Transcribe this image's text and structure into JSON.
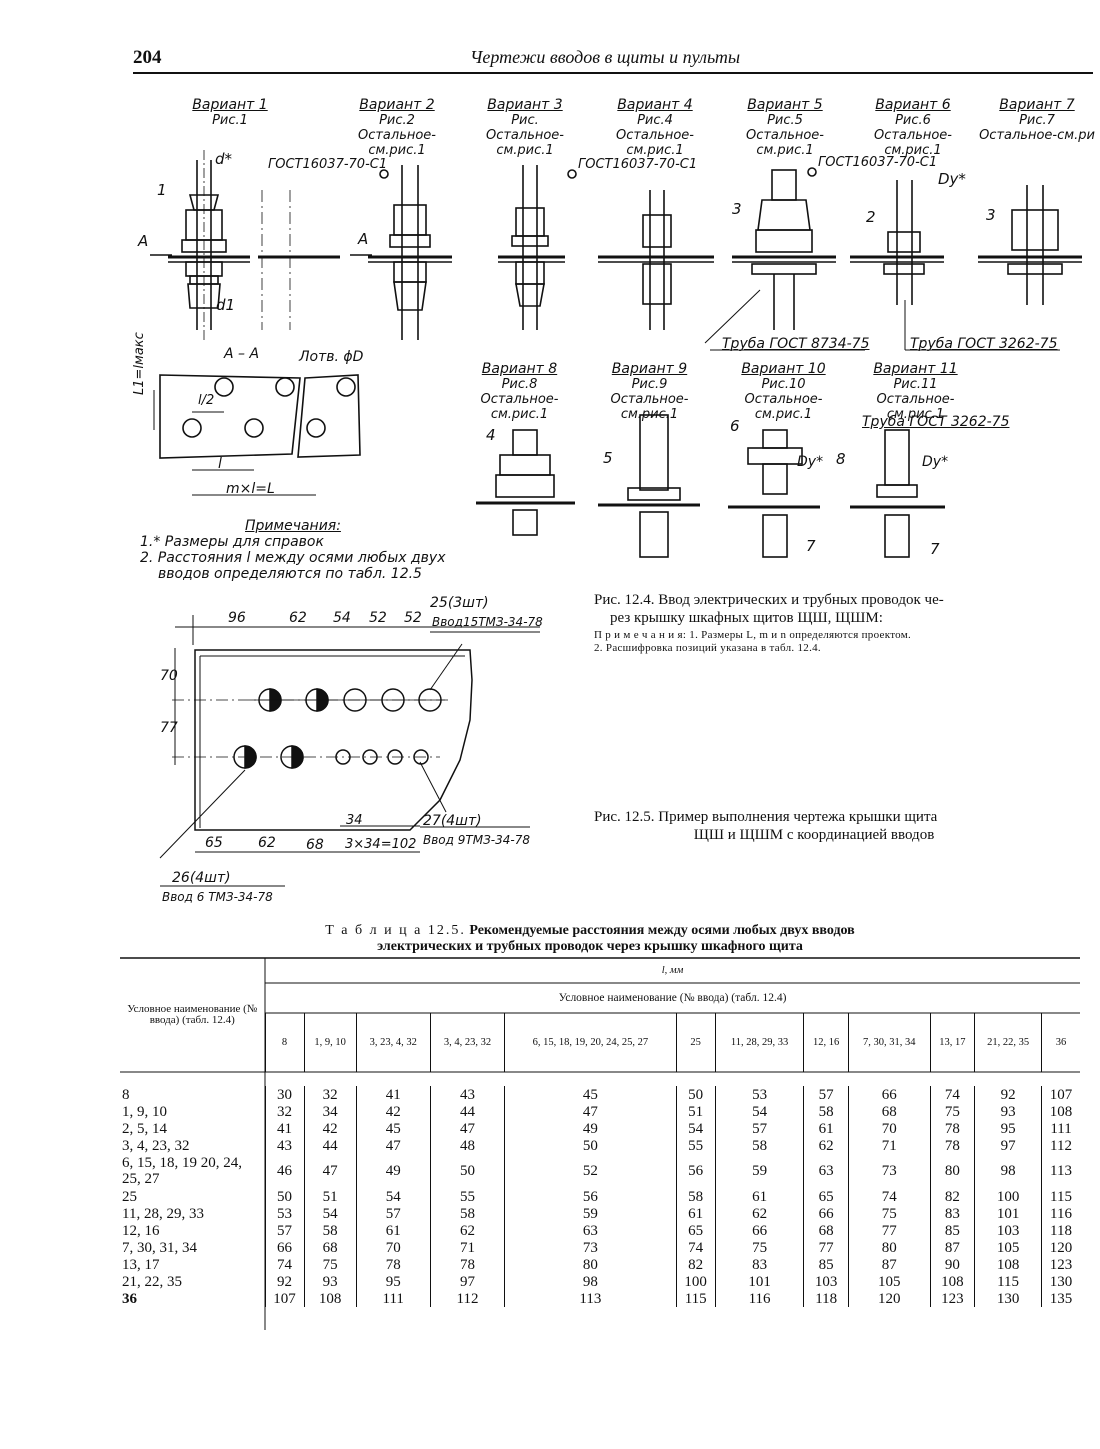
{
  "header": {
    "page_number": "204",
    "title": "Чертежи вводов в щиты и пульты"
  },
  "fig124": {
    "variants": [
      {
        "name": "Вариант 1",
        "fig": "Рис.1",
        "other": ""
      },
      {
        "name": "Вариант 2",
        "fig": "Рис.2",
        "other": "Остальное-см.рис.1"
      },
      {
        "name": "Вариант 3",
        "fig": "Рис.",
        "other": "Остальное-см.рис.1"
      },
      {
        "name": "Вариант 4",
        "fig": "Рис.4",
        "other": "Остальное-см.рис.1"
      },
      {
        "name": "Вариант 5",
        "fig": "Рис.5",
        "other": "Остальное-см.рис.1"
      },
      {
        "name": "Вариант 6",
        "fig": "Рис.6",
        "other": "Остальное-см.рис.1"
      },
      {
        "name": "Вариант 7",
        "fig": "Рис.7",
        "other": "Остальное-см.ри"
      },
      {
        "name": "Вариант 8",
        "fig": "Рис.8",
        "other": "Остальное-см.рис.1"
      },
      {
        "name": "Вариант 9",
        "fig": "Рис.9",
        "other": "Остальное-см.рис.1"
      },
      {
        "name": "Вариант 10",
        "fig": "Рис.10",
        "other": "Остальное-см.рис.1"
      },
      {
        "name": "Вариант 11",
        "fig": "Рис.11",
        "other": "Остальное-см.рис.1"
      }
    ],
    "labels": {
      "gost1": "ГОСТ16037-70-С1",
      "gost2": "ГОСТ16037-70-С1",
      "gost3": "ГОСТ16037-70-С1",
      "pipe1": "Труба ГОСТ 8734-75",
      "pipe2": "Труба ГОСТ 3262-75",
      "pipe3": "Труба ГОСТ 3262-75",
      "d_star": "d*",
      "d1": "d1",
      "dy1": "Dy*",
      "dy2": "Dy*",
      "dy3": "Dy*",
      "a_left": "A",
      "a_right": "A",
      "section": "A – A",
      "holes": "Лотв. ϕD",
      "l_half": "l/2",
      "l": "l",
      "ml": "m×l=L",
      "lmax": "L1=lмакс",
      "pos1": "1",
      "pos2": "2",
      "pos3a": "3",
      "pos3b": "3",
      "pos4": "4",
      "pos5": "5",
      "pos6": "6",
      "pos7a": "7",
      "pos7b": "7",
      "pos8": "8"
    },
    "notes_title": "Примечания:",
    "notes": [
      "1.* Размеры для справок",
      "2. Расстояния l между осями любых двух",
      "вводов определяются по табл. 12.5"
    ],
    "caption_line1": "Рис. 12.4. Ввод электрических и трубных проводок че-",
    "caption_line2": "рез крышку шкафных щитов ЩШ, ЩШМ:",
    "caption_note1": "П р и м е ч а н и я: 1. Размеры L, m и n определяются проектом.",
    "caption_note2": "2. Расшифровка позиций указана в табл. 12.4."
  },
  "fig125": {
    "top_dims": [
      "96",
      "62",
      "54",
      "52",
      "52"
    ],
    "left_dims": [
      "70",
      "77"
    ],
    "bottom_dims": [
      "65",
      "62",
      "68",
      "3×34=102"
    ],
    "dim34": "34",
    "label_top_qty": "25(3шт)",
    "label_top_name": "Ввод15ТМЗ-34-78",
    "label_right_qty": "27(4шт)",
    "label_right_name": "Ввод 9ТМЗ-34-78",
    "label_left_qty": "26(4шт)",
    "label_left_name": "Ввод 6 ТМЗ-34-78",
    "caption_line1": "Рис. 12.5. Пример выполнения чертежа крышки щита",
    "caption_line2": "ЩШ и ЩШМ с координацией вводов"
  },
  "table": {
    "caption_label": "Т а б л и ц а 12.5.",
    "caption_line1": "Рекомендуемые расстояния между осями любых двух вводов",
    "caption_line2": "электрических и трубных проводок через крышку шкафного щита",
    "row_header": "Условное наименование (№ ввода) (табл. 12.4)",
    "l_header": "l, мм",
    "group_header": "Условное наименование (№ ввода) (табл. 12.4)",
    "columns": [
      "8",
      "1, 9, 10",
      "3, 23, 4, 32",
      "3, 4, 23, 32",
      "6, 15, 18, 19, 20, 24, 25, 27",
      "25",
      "11, 28, 29, 33",
      "12, 16",
      "7, 30, 31, 34",
      "13, 17",
      "21, 22, 35",
      "36"
    ],
    "rows": [
      {
        "label": "8",
        "values": [
          "30",
          "32",
          "41",
          "43",
          "45",
          "50",
          "53",
          "57",
          "66",
          "74",
          "92",
          "107"
        ]
      },
      {
        "label": "1, 9, 10",
        "values": [
          "32",
          "34",
          "42",
          "44",
          "47",
          "51",
          "54",
          "58",
          "68",
          "75",
          "93",
          "108"
        ]
      },
      {
        "label": "2, 5, 14",
        "values": [
          "41",
          "42",
          "45",
          "47",
          "49",
          "54",
          "57",
          "61",
          "70",
          "78",
          "95",
          "111"
        ]
      },
      {
        "label": "3, 4, 23, 32",
        "values": [
          "43",
          "44",
          "47",
          "48",
          "50",
          "55",
          "58",
          "62",
          "71",
          "78",
          "97",
          "112"
        ]
      },
      {
        "label": "6, 15, 18, 19 20, 24, 25, 27",
        "values": [
          "46",
          "47",
          "49",
          "50",
          "52",
          "56",
          "59",
          "63",
          "73",
          "80",
          "98",
          "113"
        ]
      },
      {
        "label": "25",
        "values": [
          "50",
          "51",
          "54",
          "55",
          "56",
          "58",
          "61",
          "65",
          "74",
          "82",
          "100",
          "115"
        ]
      },
      {
        "label": "11, 28, 29, 33",
        "values": [
          "53",
          "54",
          "57",
          "58",
          "59",
          "61",
          "62",
          "66",
          "75",
          "83",
          "101",
          "116"
        ]
      },
      {
        "label": "12, 16",
        "values": [
          "57",
          "58",
          "61",
          "62",
          "63",
          "65",
          "66",
          "68",
          "77",
          "85",
          "103",
          "118"
        ]
      },
      {
        "label": "7, 30, 31, 34",
        "values": [
          "66",
          "68",
          "70",
          "71",
          "73",
          "74",
          "75",
          "77",
          "80",
          "87",
          "105",
          "120"
        ]
      },
      {
        "label": "13, 17",
        "values": [
          "74",
          "75",
          "78",
          "78",
          "80",
          "82",
          "83",
          "85",
          "87",
          "90",
          "108",
          "123"
        ]
      },
      {
        "label": "21, 22, 35",
        "values": [
          "92",
          "93",
          "95",
          "97",
          "98",
          "100",
          "101",
          "103",
          "105",
          "108",
          "115",
          "130"
        ]
      },
      {
        "label": "36",
        "values": [
          "107",
          "108",
          "111",
          "112",
          "113",
          "115",
          "116",
          "118",
          "120",
          "123",
          "130",
          "135"
        ]
      }
    ]
  },
  "colors": {
    "ink": "#111111",
    "paper": "#ffffff"
  }
}
